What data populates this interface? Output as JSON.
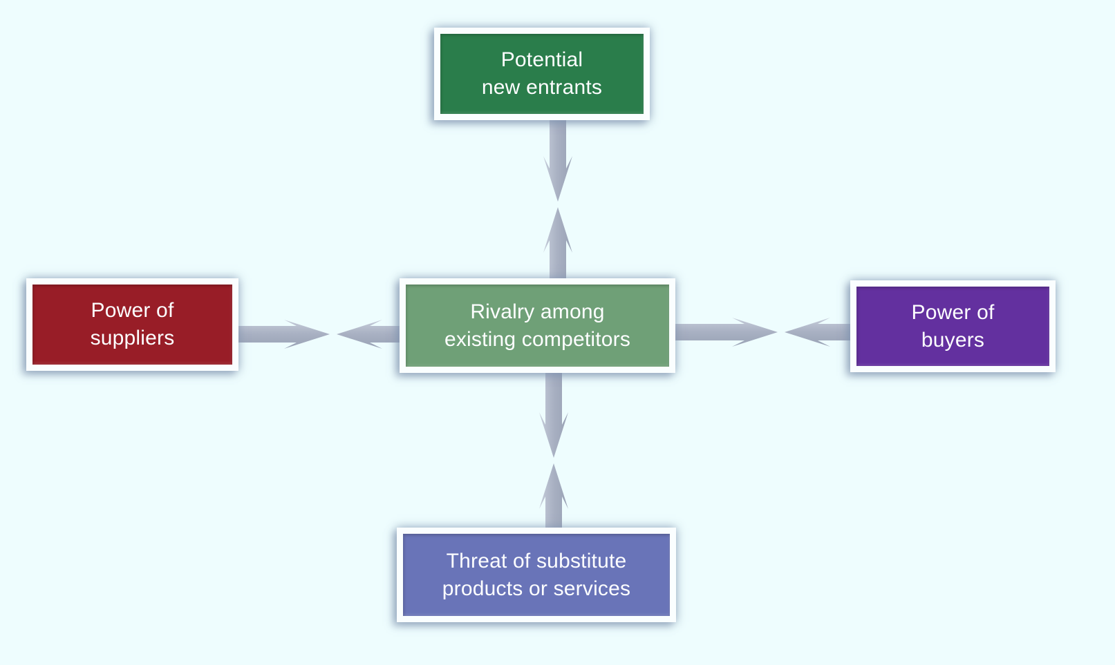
{
  "page": {
    "background_color": "#eefdfe"
  },
  "diagram": {
    "type": "five-forces-diagram",
    "boxes": {
      "top": {
        "label": "Potential\nnew entrants",
        "color": "#2a7d4b"
      },
      "left": {
        "label": "Power of\nsuppliers",
        "color": "#981d27"
      },
      "center": {
        "label": "Rivalry among\nexisting competitors",
        "color": "#6fa077"
      },
      "right": {
        "label": "Power of\nbuyers",
        "color": "#63309f"
      },
      "bottom": {
        "label": "Threat of substitute\nproducts or services",
        "color": "#6974b8"
      }
    },
    "text_color": "#ffffff",
    "frame_color": "#fafeff",
    "arrow_color": "#a6aebf",
    "connections": [
      {
        "from": "top",
        "to": "center",
        "style": "opposing-double-arrows"
      },
      {
        "from": "left",
        "to": "center",
        "style": "opposing-double-arrows"
      },
      {
        "from": "right",
        "to": "center",
        "style": "opposing-double-arrows"
      },
      {
        "from": "bottom",
        "to": "center",
        "style": "opposing-double-arrows"
      }
    ]
  }
}
